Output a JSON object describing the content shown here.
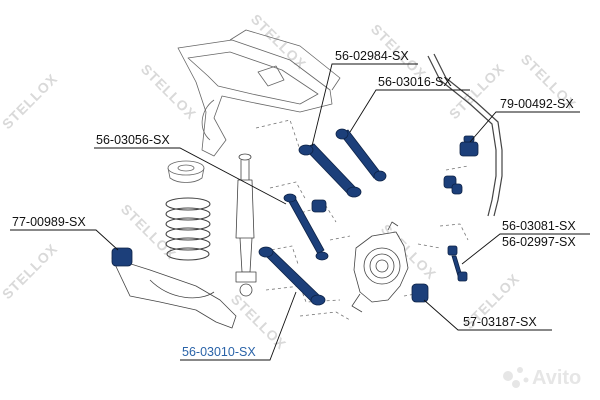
{
  "watermark": {
    "brand": "STELLOX"
  },
  "avito": {
    "label": "Avito"
  },
  "labels": [
    {
      "id": "p1",
      "text": "56-02984-SX",
      "highlight": false
    },
    {
      "id": "p2",
      "text": "56-03016-SX",
      "highlight": false
    },
    {
      "id": "p3",
      "text": "79-00492-SX",
      "highlight": false
    },
    {
      "id": "p4",
      "text": "56-03056-SX",
      "highlight": false
    },
    {
      "id": "p5",
      "text": "77-00989-SX",
      "highlight": false
    },
    {
      "id": "p6",
      "text": "56-03081-SX",
      "highlight": false
    },
    {
      "id": "p7",
      "text": "56-02997-SX",
      "highlight": false
    },
    {
      "id": "p8",
      "text": "57-03187-SX",
      "highlight": false
    },
    {
      "id": "p9",
      "text": "56-03010-SX",
      "highlight": true
    }
  ],
  "colors": {
    "part_fill": "#1c3f7a",
    "line": "#111111",
    "highlight_label": "#2a63a8",
    "drawing": "#666666",
    "watermark": "#d9d9d9"
  }
}
